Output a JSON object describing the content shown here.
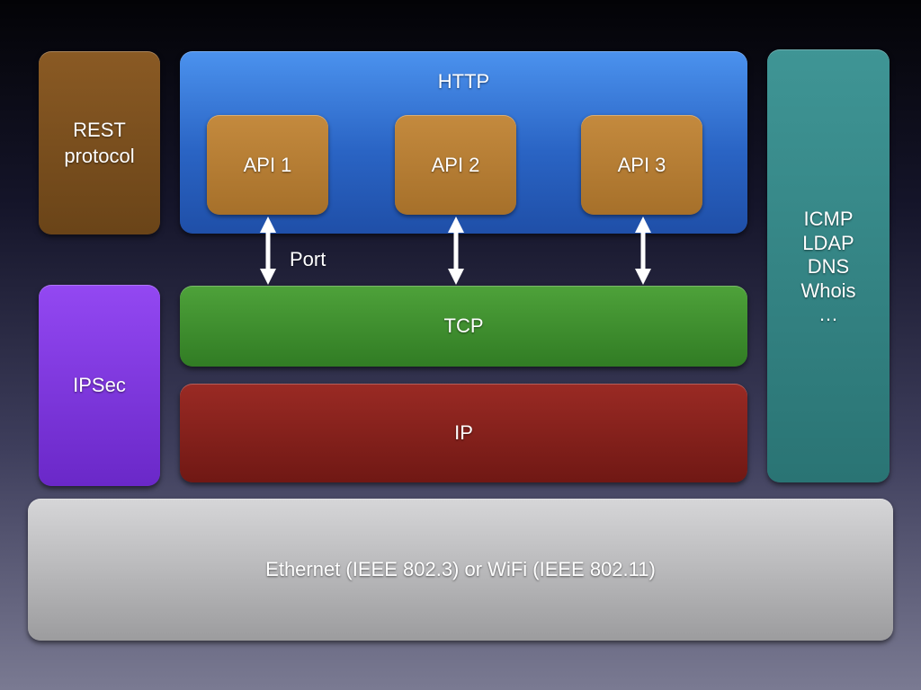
{
  "diagram": {
    "rest_lines": [
      "REST",
      "protocol"
    ],
    "http": {
      "title": "HTTP",
      "apis": [
        "API 1",
        "API 2",
        "API 3"
      ]
    },
    "other_protocols": [
      "ICMP",
      "LDAP",
      "DNS",
      "Whois",
      "…"
    ],
    "port_label": "Port",
    "ipsec": "IPSec",
    "tcp": "TCP",
    "ip": "IP",
    "link_layer": "Ethernet (IEEE 802.3) or WiFi (IEEE 802.11)",
    "colors": {
      "rest": "#7a4f1f",
      "http": "#3676d6",
      "api": "#b57d34",
      "other_protocols": "#338484",
      "ipsec": "#7f38dd",
      "tcp": "#3f8f2e",
      "ip": "#85211c",
      "link_layer": "#bababc"
    }
  }
}
